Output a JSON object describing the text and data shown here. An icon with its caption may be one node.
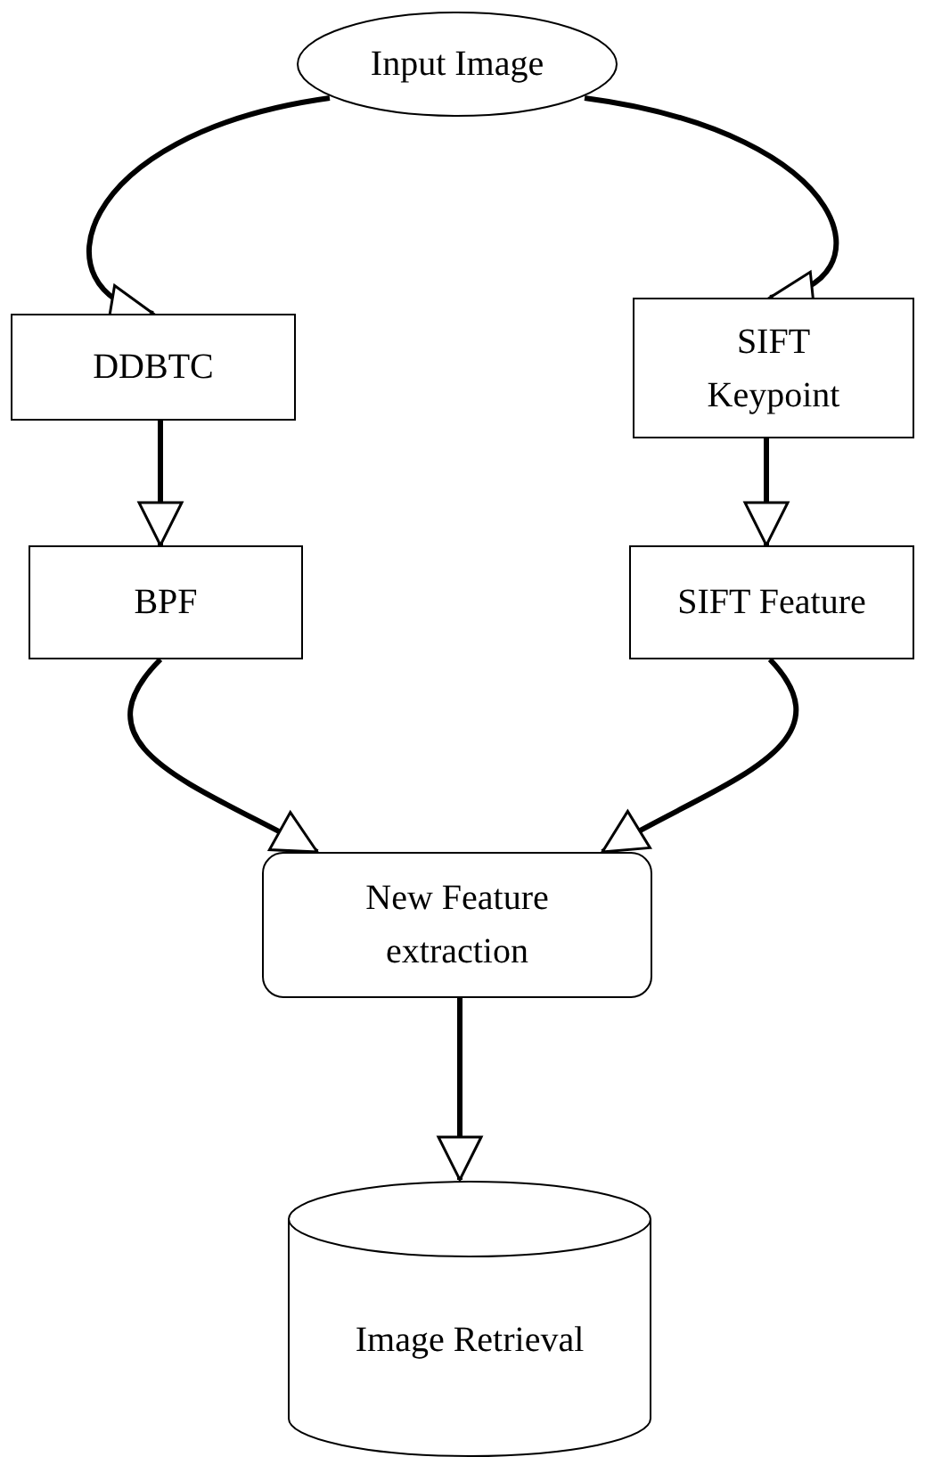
{
  "diagram": {
    "nodes": [
      {
        "text": [
          "Input Image"
        ]
      },
      {
        "text": [
          "DDBTC"
        ]
      },
      {
        "text": [
          "SIFT Keypoint"
        ]
      },
      {
        "text": [
          "BPF"
        ]
      },
      {
        "text": [
          "SIFT Feature"
        ]
      },
      {
        "text": [
          "New Feature extraction"
        ]
      },
      {
        "text": [
          "Image Retrieval"
        ]
      }
    ],
    "edges": [
      {
        "from": 0,
        "to": 1,
        "arrow": "to"
      },
      {
        "from": 0,
        "to": 2,
        "arrow": "to"
      },
      {
        "from": 1,
        "to": 3,
        "arrow": "to"
      },
      {
        "from": 2,
        "to": 4,
        "arrow": "to"
      },
      {
        "from": 3,
        "to": 5,
        "arrow": "to"
      },
      {
        "from": 4,
        "to": 5,
        "arrow": "to"
      },
      {
        "from": 5,
        "to": 6,
        "arrow": "to"
      }
    ]
  }
}
